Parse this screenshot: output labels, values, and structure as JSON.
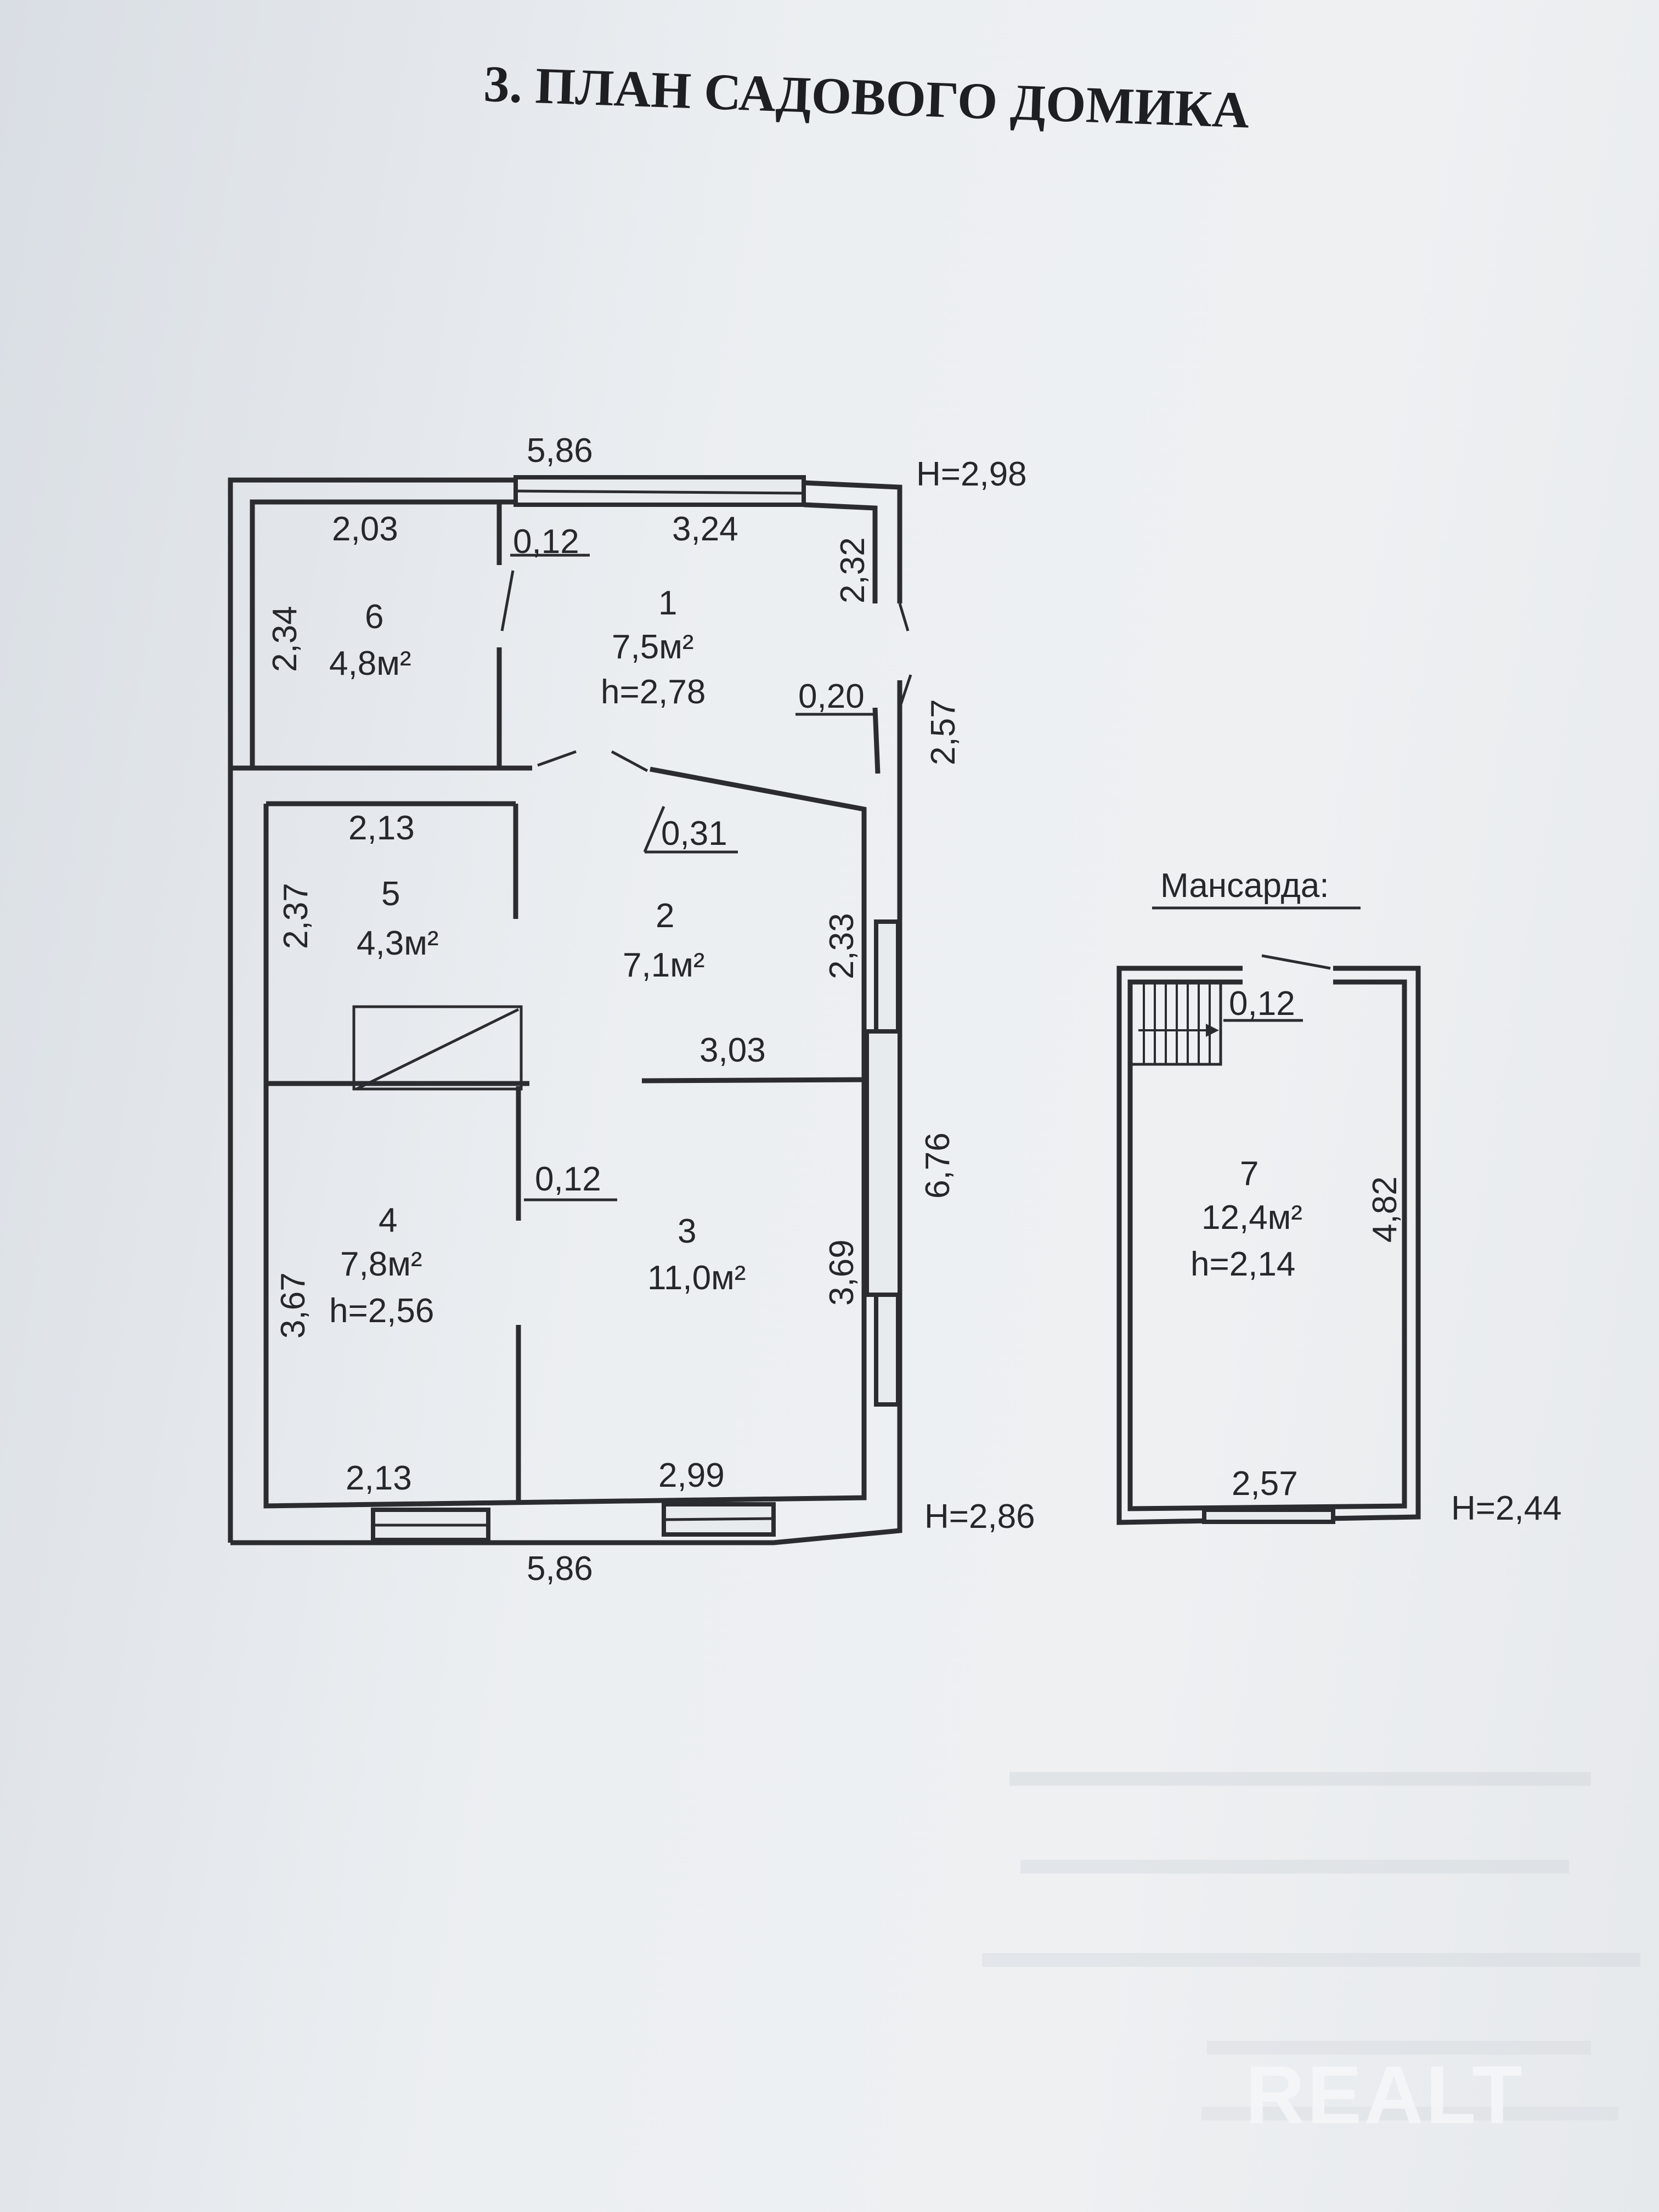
{
  "title": "3. ПЛАН САДОВОГО ДОМИКА",
  "ground_floor": {
    "top_width": "5,86",
    "bottom_width": "5,86",
    "height_top": "H=2,98",
    "height_bottom": "H=2,86",
    "side_length": "6,76",
    "dims": [
      "2,03",
      "0,12",
      "3,24",
      "2,32",
      "2,34",
      "0,20",
      "2,57",
      "2,13",
      "0,31",
      "2,37",
      "2,33",
      "3,03",
      "0,12",
      "3,69",
      "3,67",
      "2,13",
      "2,99"
    ],
    "rooms": [
      {
        "num": "1",
        "area": "7,5м²",
        "h": "h=2,78"
      },
      {
        "num": "2",
        "area": "7,1м²",
        "h": ""
      },
      {
        "num": "3",
        "area": "11,0м²",
        "h": ""
      },
      {
        "num": "4",
        "area": "7,8м²",
        "h": "h=2,56"
      },
      {
        "num": "5",
        "area": "4,3м²",
        "h": ""
      },
      {
        "num": "6",
        "area": "4,8м²",
        "h": ""
      }
    ]
  },
  "attic": {
    "label": "Мансарда:",
    "room": {
      "num": "7",
      "area": "12,4м²",
      "h": "h=2,14"
    },
    "dims": [
      "0,12",
      "4,82",
      "2,57"
    ],
    "height": "H=2,44"
  },
  "watermark": "REALT"
}
